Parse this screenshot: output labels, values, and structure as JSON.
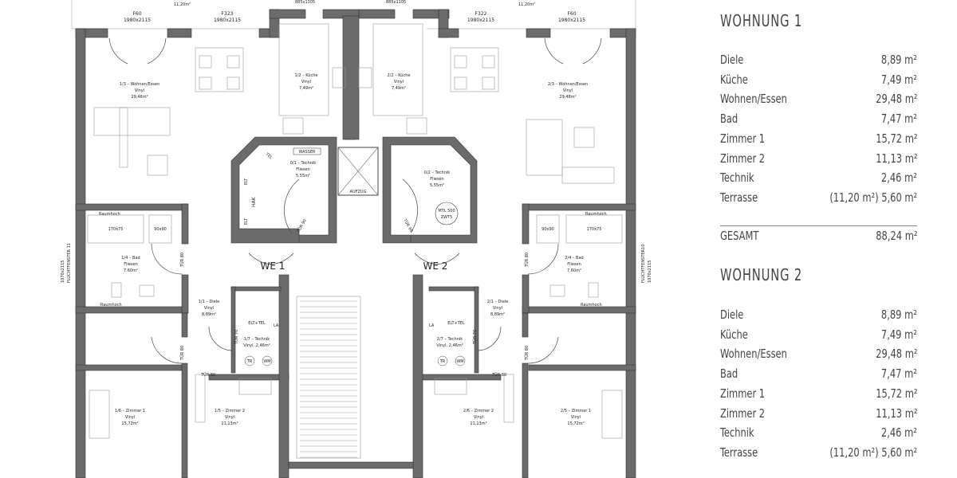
{
  "plan": {
    "top": {
      "w1": "11,20m²",
      "w2": "11,20m²",
      "d1": "885x1105",
      "d2": "885x1105"
    },
    "windows": [
      {
        "code": "F60",
        "size": "1980x2115"
      },
      {
        "code": "F323",
        "size": "1980x2115"
      },
      {
        "code": "F322",
        "size": "1980x2115"
      },
      {
        "code": "F60",
        "size": "1980x2115"
      }
    ],
    "rooms": {
      "r13": {
        "name": "1/3 – Wohnen/Essen",
        "floor": "Vinyl",
        "area": "29,48m²"
      },
      "r12": {
        "name": "1/2 – Küche",
        "floor": "Vinyl",
        "area": "7,49m²"
      },
      "r22": {
        "name": "2/2 – Küche",
        "floor": "Vinyl",
        "area": "7,49m²"
      },
      "r23": {
        "name": "2/3 – Wohnen/Essen",
        "floor": "Vinyl",
        "area": "29,48m²"
      },
      "r01": {
        "name": "0/1 – Technik",
        "floor": "Fliesen",
        "area": "5,55m²"
      },
      "r02": {
        "name": "0/2 – Technik",
        "floor": "Fliesen",
        "area": "5,55m²"
      },
      "r14": {
        "name": "1/4 – Bad",
        "floor": "Fliesen",
        "area": "7,60m²"
      },
      "r24": {
        "name": "2/4 – Bad",
        "floor": "Fliesen",
        "area": "7,60m²"
      },
      "r11": {
        "name": "1/1 – Diele",
        "floor": "Vinyl",
        "area": "8,89m²"
      },
      "r21": {
        "name": "2/1 – Diele",
        "floor": "Vinyl",
        "area": "8,89m²"
      },
      "r17": {
        "name": "1/7 – Technik",
        "floor": "Vinyl, 2,46m²"
      },
      "r27": {
        "name": "2/7 – Technik",
        "floor": "Vinyl, 2,46m²"
      },
      "r16": {
        "name": "1/6 – Zimmer 1",
        "floor": "Vinyl",
        "area": "15,72m²"
      },
      "r15": {
        "name": "1/5 – Zimmer 2",
        "floor": "Vinyl",
        "area": "11,13m²"
      },
      "r26": {
        "name": "2/6 – Zimmer 2",
        "floor": "Vinyl",
        "area": "11,13m²"
      },
      "r25": {
        "name": "2/5 – Zimmer 1",
        "floor": "Vinyl",
        "area": "15,72m²"
      }
    },
    "labels": {
      "wasser": "WASSER",
      "aufzug": "AUFZUG",
      "hak": "HAK",
      "elt": "ELT",
      "tel": "TEL",
      "mtl": "MTL 500",
      "zwt": "ZWT5",
      "we1": "WE 1",
      "we2": "WE 2",
      "tuer90": "TÜR 90",
      "tuer80": "TÜR 80",
      "tuer70": "TÜR 70",
      "raumhoch": "Raumhoch",
      "tub": "170x75",
      "shower": "90x90",
      "fluchtL": "FLUCHTFENSTER 11",
      "fluchtR": "FLUCHTFENSTER10",
      "fluchtSize": "1070x2115",
      "elttel": "ELT+TEL",
      "la": "LA",
      "tr": "TR",
      "wm": "WM"
    }
  },
  "legend": {
    "sections": [
      {
        "title": "WOHNUNG 1",
        "rows": [
          {
            "label": "Diele",
            "value": "8,89 m²"
          },
          {
            "label": "Küche",
            "value": "7,49 m²"
          },
          {
            "label": "Wohnen/Essen",
            "value": "29,48 m²"
          },
          {
            "label": "Bad",
            "value": "7,47 m²"
          },
          {
            "label": "Zimmer 1",
            "value": "15,72 m²"
          },
          {
            "label": "Zimmer 2",
            "value": "11,13 m²"
          },
          {
            "label": "Technik",
            "value": "2,46 m²"
          },
          {
            "label": "Terrasse",
            "value": "(11,20 m²) 5,60 m²"
          }
        ],
        "total": {
          "label": "GESAMT",
          "value": "88,24 m²"
        }
      },
      {
        "title": "WOHNUNG 2",
        "rows": [
          {
            "label": "Diele",
            "value": "8,89 m²"
          },
          {
            "label": "Küche",
            "value": "7,49 m²"
          },
          {
            "label": "Wohnen/Essen",
            "value": "29,48 m²"
          },
          {
            "label": "Bad",
            "value": "7,47 m²"
          },
          {
            "label": "Zimmer 1",
            "value": "15,72 m²"
          },
          {
            "label": "Zimmer 2",
            "value": "11,13 m²"
          },
          {
            "label": "Technik",
            "value": "2,46 m²"
          },
          {
            "label": "Terrasse",
            "value": "(11,20 m²) 5,60 m²"
          }
        ]
      }
    ]
  }
}
